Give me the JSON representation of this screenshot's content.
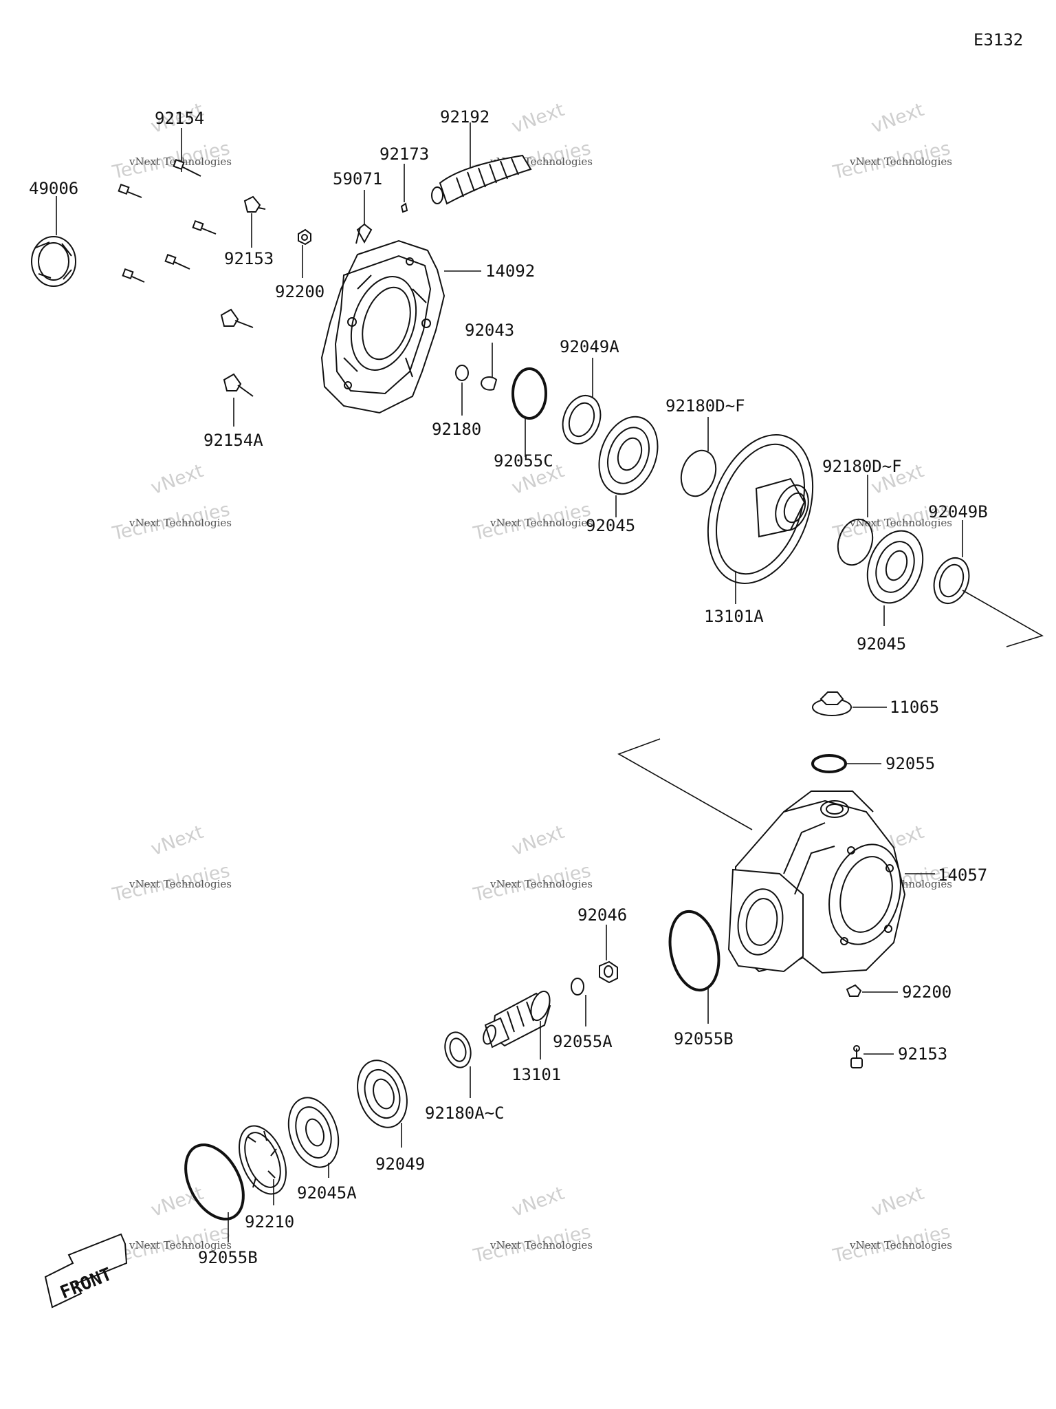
{
  "diagram_code": "E3132",
  "watermark": {
    "line1": "vNext",
    "line2": "vNext Technologies",
    "line3": "Technologies"
  },
  "front_label": "FRONT",
  "parts": {
    "p49006": "49006",
    "p92154": "92154",
    "p92153a": "92153",
    "p92154A": "92154A",
    "p92200a": "92200",
    "p59071": "59071",
    "p92173": "92173",
    "p92192": "92192",
    "p14092": "14092",
    "p92043": "92043",
    "p92180": "92180",
    "p92055C": "92055C",
    "p92049A": "92049A",
    "p92045a": "92045",
    "p92180DFa": "92180D~F",
    "p13101A": "13101A",
    "p92180DFb": "92180D~F",
    "p92049B": "92049B",
    "p92045b": "92045",
    "p11065": "11065",
    "p92055": "92055",
    "p14057": "14057",
    "p92046": "92046",
    "p92055A": "92055A",
    "p92055Ba": "92055B",
    "p92200b": "92200",
    "p92153b": "92153",
    "p13101": "13101",
    "p92180AC": "92180A~C",
    "p92049": "92049",
    "p92045A": "92045A",
    "p92210": "92210",
    "p92055Bb": "92055B"
  }
}
